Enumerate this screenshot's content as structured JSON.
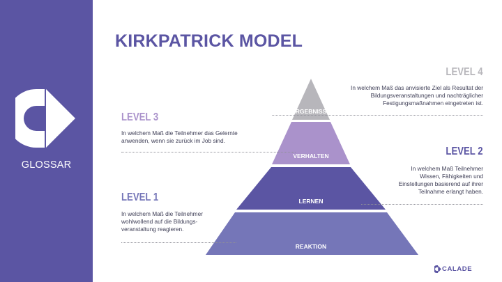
{
  "sidebar": {
    "label": "GLOSSAR"
  },
  "page_title": "KIRKPATRICK MODEL",
  "pyramid": {
    "tiers": [
      {
        "label": "ERGEBNISSE",
        "color": "#b7b6bb"
      },
      {
        "label": "VERHALTEN",
        "color": "#aa92cb"
      },
      {
        "label": "LERNEN",
        "color": "#5b55a3"
      },
      {
        "label": "REAKTION",
        "color": "#7576b8"
      }
    ]
  },
  "levels": [
    {
      "title": "LEVEL 4",
      "color": "#b7b6bb",
      "desc": [
        "In welchem Maß das anvisierte Ziel als Resultat der",
        "Bildungsveranstaltungen und nachträglicher",
        "Festigungsmaßnahmen eingetreten ist."
      ]
    },
    {
      "title": "LEVEL 3",
      "color": "#aa92cb",
      "desc": [
        "In welchem Maß die Teilnehmer das Gelernte",
        "anwenden, wenn sie zurück im Job sind."
      ]
    },
    {
      "title": "LEVEL 2",
      "color": "#5b55a3",
      "desc": [
        "In welchem Maß Teilnehmer",
        "Wissen, Fähigkeiten und",
        "Einstellungen basierend auf ihrer",
        "Teilnahme erlangt haben."
      ]
    },
    {
      "title": "LEVEL 1",
      "color": "#7576b8",
      "desc": [
        "In welchem Maß die Teilnehmer",
        "wohlwollend auf die Bildungs-",
        "veranstaltung reagieren."
      ]
    }
  ],
  "brand": {
    "name": "CALADE",
    "color": "#5b55a3"
  }
}
